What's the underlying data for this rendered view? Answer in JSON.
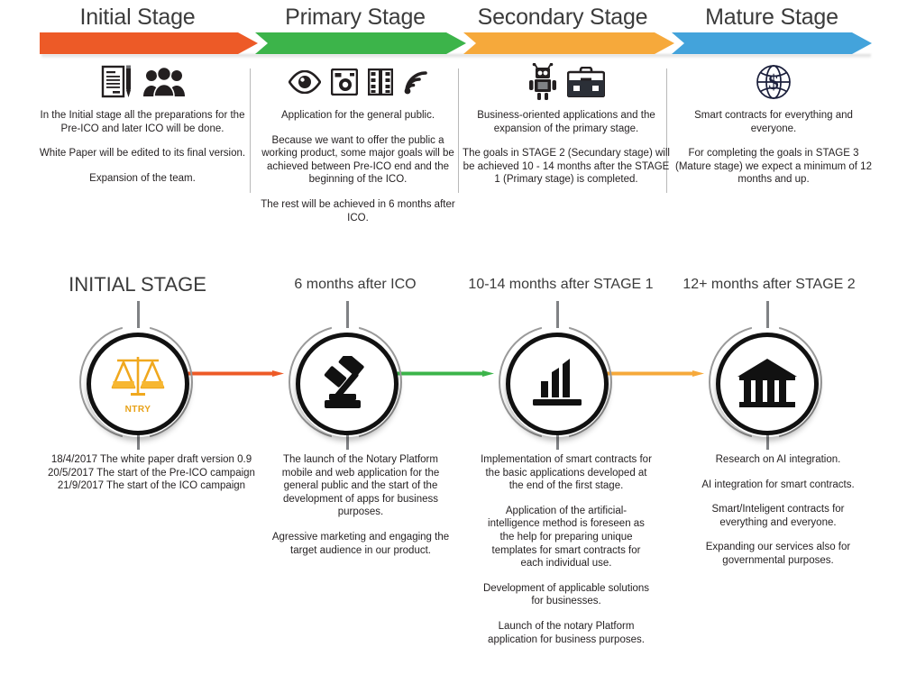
{
  "stages": [
    {
      "title": "Initial Stage",
      "color": "#ED5A27",
      "icons": [
        "document-pen-icon",
        "people-group-icon"
      ],
      "description": [
        "In the Initial stage all the preparations for the Pre-ICO and later ICO will be done.",
        "White Paper will be edited to its final version.",
        "Expansion of the team."
      ]
    },
    {
      "title": "Primary Stage",
      "color": "#3CB44A",
      "icons": [
        "eye-icon",
        "camera-icon",
        "film-strip-icon",
        "rss-signal-icon"
      ],
      "description": [
        "Application for the general public.",
        "Because we want to offer the public a working product, some major goals will be achieved between Pre-ICO end and the beginning of the ICO.",
        "The rest will be achieved in 6 months after ICO."
      ]
    },
    {
      "title": "Secondary Stage",
      "color": "#F6A93B",
      "icons": [
        "robot-icon",
        "briefcase-icon"
      ],
      "description": [
        "Business-oriented applications and the expansion of the primary stage.",
        "The goals in STAGE 2 (Secundary stage) will be achieved 10 - 14 months after the STAGE 1 (Primary stage) is completed."
      ]
    },
    {
      "title": "Mature Stage",
      "color": "#43A3DB",
      "icons": [
        "globe-dollar-icon"
      ],
      "description": [
        "Smart contracts for everything and everyone.",
        "For completing the goals in STAGE 3 (Mature stage) we expect a minimum of 12 months and up."
      ]
    }
  ],
  "timeline": [
    {
      "heading": "INITIAL STAGE",
      "badge_icon": "scales-of-justice-icon",
      "badge_label": "NTRY",
      "badge_label_color": "#E8A117",
      "details": [
        "18/4/2017 The white paper draft version 0.9\n20/5/2017 The start of the Pre-ICO campaign\n21/9/2017 The start of the ICO campaign"
      ]
    },
    {
      "heading": "6 months after ICO",
      "badge_icon": "gavel-icon",
      "badge_label": "",
      "details": [
        "The launch of the Notary Platform mobile and web application for the general public and the start of the development of apps for business purposes.",
        "Agressive marketing and engaging the target audience in our product."
      ]
    },
    {
      "heading": "10-14 months after STAGE 1",
      "badge_icon": "growth-bars-icon",
      "badge_label": "",
      "details": [
        "Implementation of smart contracts for the basic applications developed at the end of the first stage.",
        "Application of the artificial-intelligence method is foreseen as the help for preparing unique templates for smart contracts for each individual use.",
        "Development of applicable solutions for businesses.",
        "Launch of the notary Platform application for business purposes."
      ]
    },
    {
      "heading": "12+ months after STAGE 2",
      "badge_icon": "bank-building-icon",
      "badge_label": "",
      "details": [
        "Research on AI integration.",
        "AI integration for smart contracts.",
        "Smart/Inteligent contracts for everything and everyone.",
        "Expanding our services also for governmental purposes."
      ]
    }
  ],
  "connector_colors": [
    "#ED5A27",
    "#3CB44A",
    "#F6A93B"
  ]
}
